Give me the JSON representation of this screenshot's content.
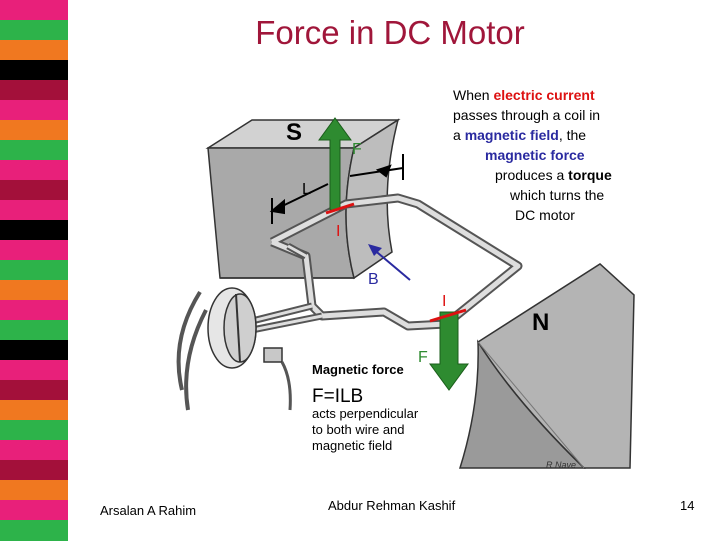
{
  "slide": {
    "title": "Force in DC Motor",
    "footer_left": "Arsalan A Rahim",
    "footer_center": "Abdur Rehman Kashif",
    "page_number": "14"
  },
  "stripe_colors": [
    "#e8207a",
    "#2db34a",
    "#f07820",
    "#000000",
    "#a3103a",
    "#e8207a",
    "#f07820",
    "#2db34a",
    "#e8207a",
    "#a3103a",
    "#e8207a",
    "#000000",
    "#e8207a",
    "#2db34a",
    "#f07820",
    "#e8207a",
    "#2db34a",
    "#000000",
    "#e8207a",
    "#a3103a",
    "#f07820",
    "#2db34a",
    "#e8207a",
    "#a3103a",
    "#f07820",
    "#e8207a",
    "#2db34a"
  ],
  "diagram": {
    "pole_s": "S",
    "pole_n": "N",
    "label_f_top": "F",
    "label_l": "L",
    "label_i_top": "I",
    "label_b": "B",
    "label_i_bottom": "I",
    "label_f_bottom": "F",
    "caption_lines": [
      {
        "segments": [
          {
            "text": "When ",
            "style": "plain"
          },
          {
            "text": "electric current",
            "style": "red"
          }
        ]
      },
      {
        "segments": [
          {
            "text": "passes through a  coil in",
            "style": "plain"
          }
        ]
      },
      {
        "segments": [
          {
            "text": "a ",
            "style": "plain"
          },
          {
            "text": "magnetic field",
            "style": "blue"
          },
          {
            "text": ", the",
            "style": "plain"
          }
        ]
      },
      {
        "segments": [
          {
            "text": "magnetic force",
            "style": "blue"
          }
        ]
      },
      {
        "segments": [
          {
            "text": "produces a ",
            "style": "plain"
          },
          {
            "text": "torque",
            "style": "bold"
          }
        ]
      },
      {
        "segments": [
          {
            "text": "which turns the",
            "style": "plain"
          }
        ]
      },
      {
        "segments": [
          {
            "text": "DC motor",
            "style": "plain"
          }
        ]
      }
    ],
    "force_heading": "Magnetic force",
    "formula": "F=ILB",
    "force_note": [
      "acts perpendicular",
      "to both wire and",
      "magnetic field"
    ],
    "credit": "R Nave"
  }
}
